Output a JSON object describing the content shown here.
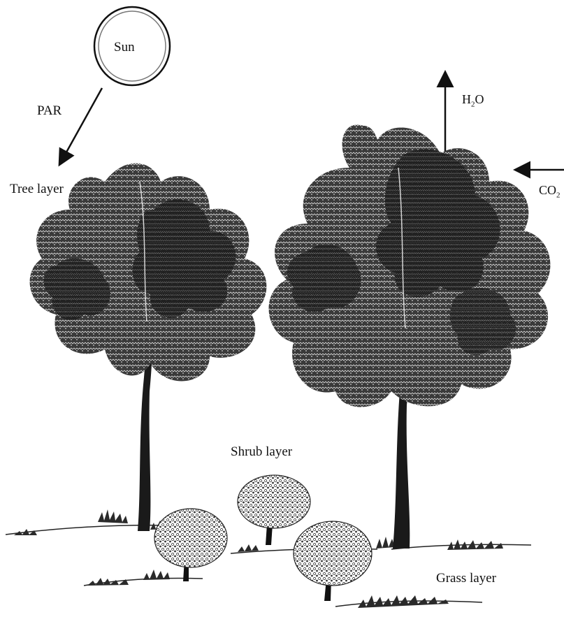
{
  "labels": {
    "sun": "Sun",
    "par": "PAR",
    "tree_layer": "Tree layer",
    "h2o_base": "H",
    "h2o_sub": "2",
    "h2o_tail": "O",
    "co2_base": "CO",
    "co2_sub": "2",
    "shrub_layer": "Shrub layer",
    "grass_layer": "Grass layer"
  },
  "colors": {
    "ink": "#111111",
    "foliage_dark": "#1a1a1a",
    "foliage_mid": "#555555",
    "background": "#ffffff"
  }
}
